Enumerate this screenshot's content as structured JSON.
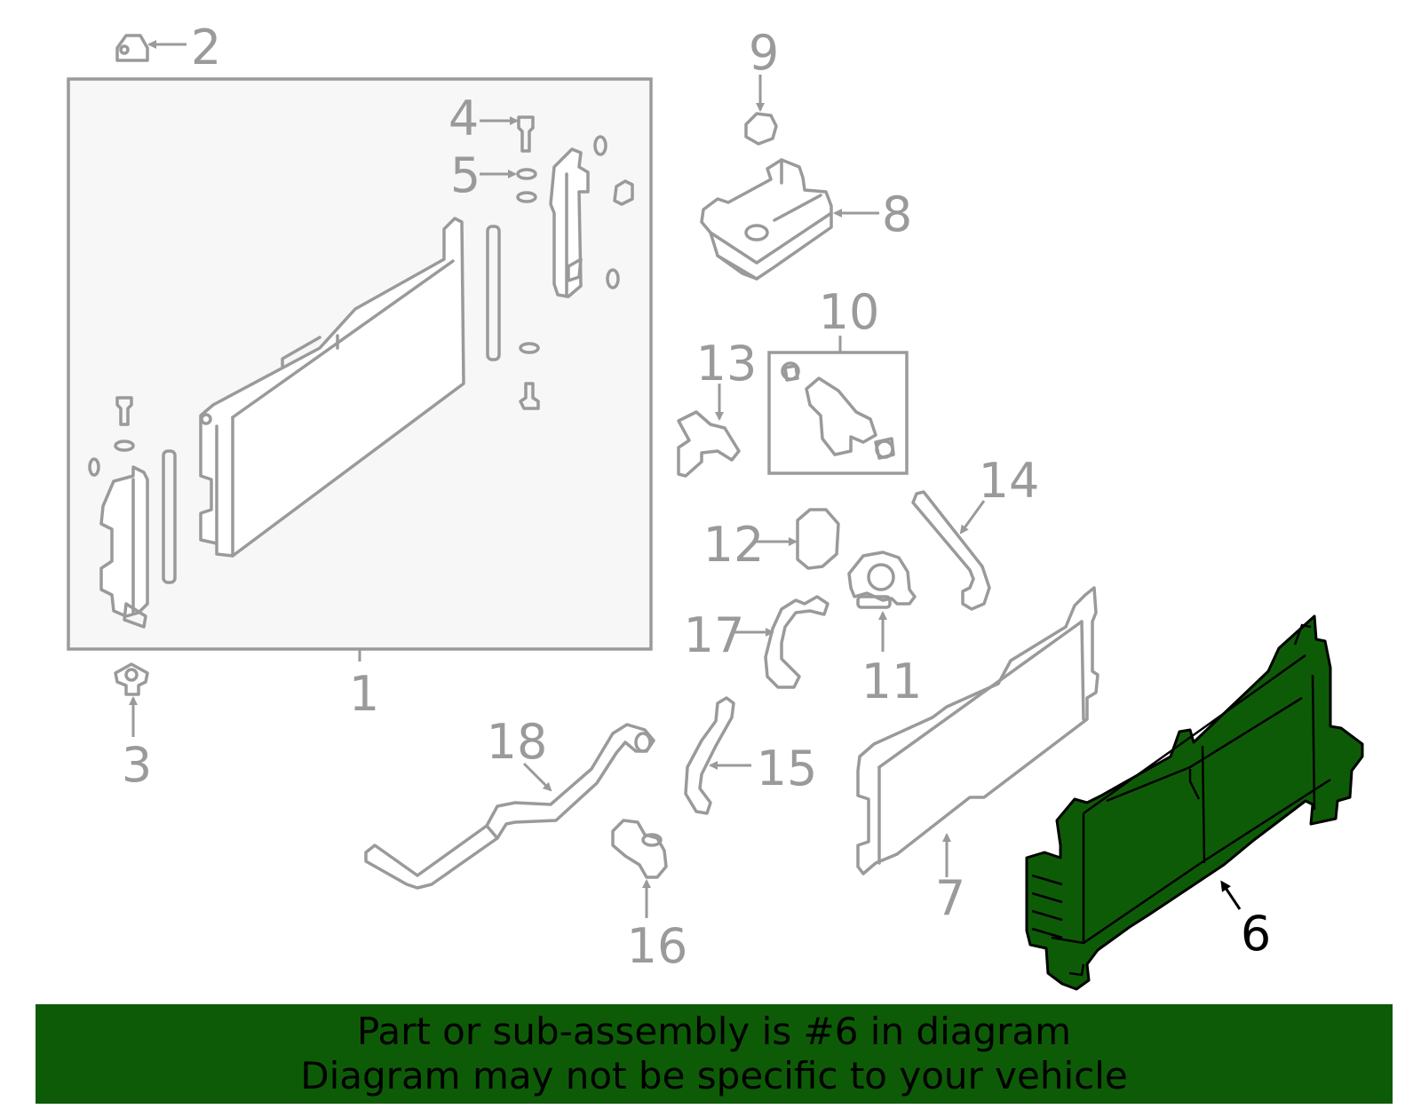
{
  "colors": {
    "highlight_fill": "#0e5b07",
    "part_outline": "#9a9a9a",
    "banner_bg": "#0e5b07",
    "panel_bg": "#f7f7f7"
  },
  "callouts": {
    "c1": "1",
    "c2": "2",
    "c3": "3",
    "c4": "4",
    "c5": "5",
    "c6": "6",
    "c7": "7",
    "c8": "8",
    "c9": "9",
    "c10": "10",
    "c11": "11",
    "c12": "12",
    "c13": "13",
    "c14": "14",
    "c15": "15",
    "c16": "16",
    "c17": "17",
    "c18": "18"
  },
  "highlighted_part": "6",
  "banner": {
    "line1": "Part or sub-assembly is #6 in diagram",
    "line2": "Diagram may not be specific to your vehicle"
  }
}
